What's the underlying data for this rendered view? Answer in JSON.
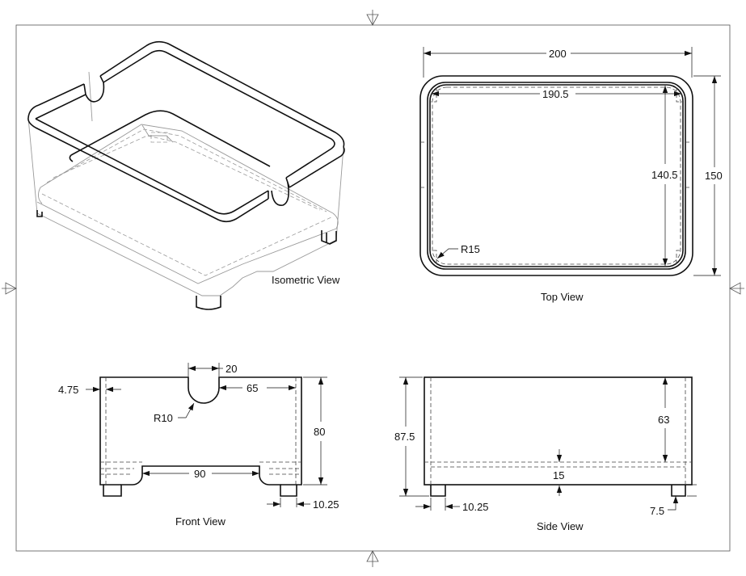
{
  "views": {
    "isometric": {
      "title": "Isometric View"
    },
    "top": {
      "title": "Top View",
      "dims": {
        "overall_width": "200",
        "inner_width": "190.5",
        "inner_height": "140.5",
        "overall_height": "150",
        "corner_radius": "R15"
      }
    },
    "front": {
      "title": "Front View",
      "dims": {
        "wall": "4.75",
        "notch_width": "20",
        "notch_offset": "65",
        "notch_radius": "R10",
        "height": "80",
        "cutout_width": "90",
        "foot_width": "10.25"
      }
    },
    "side": {
      "title": "Side View",
      "dims": {
        "height": "87.5",
        "inner_height": "63",
        "base": "15",
        "foot_width": "10.25",
        "foot_height": "7.5"
      }
    }
  }
}
